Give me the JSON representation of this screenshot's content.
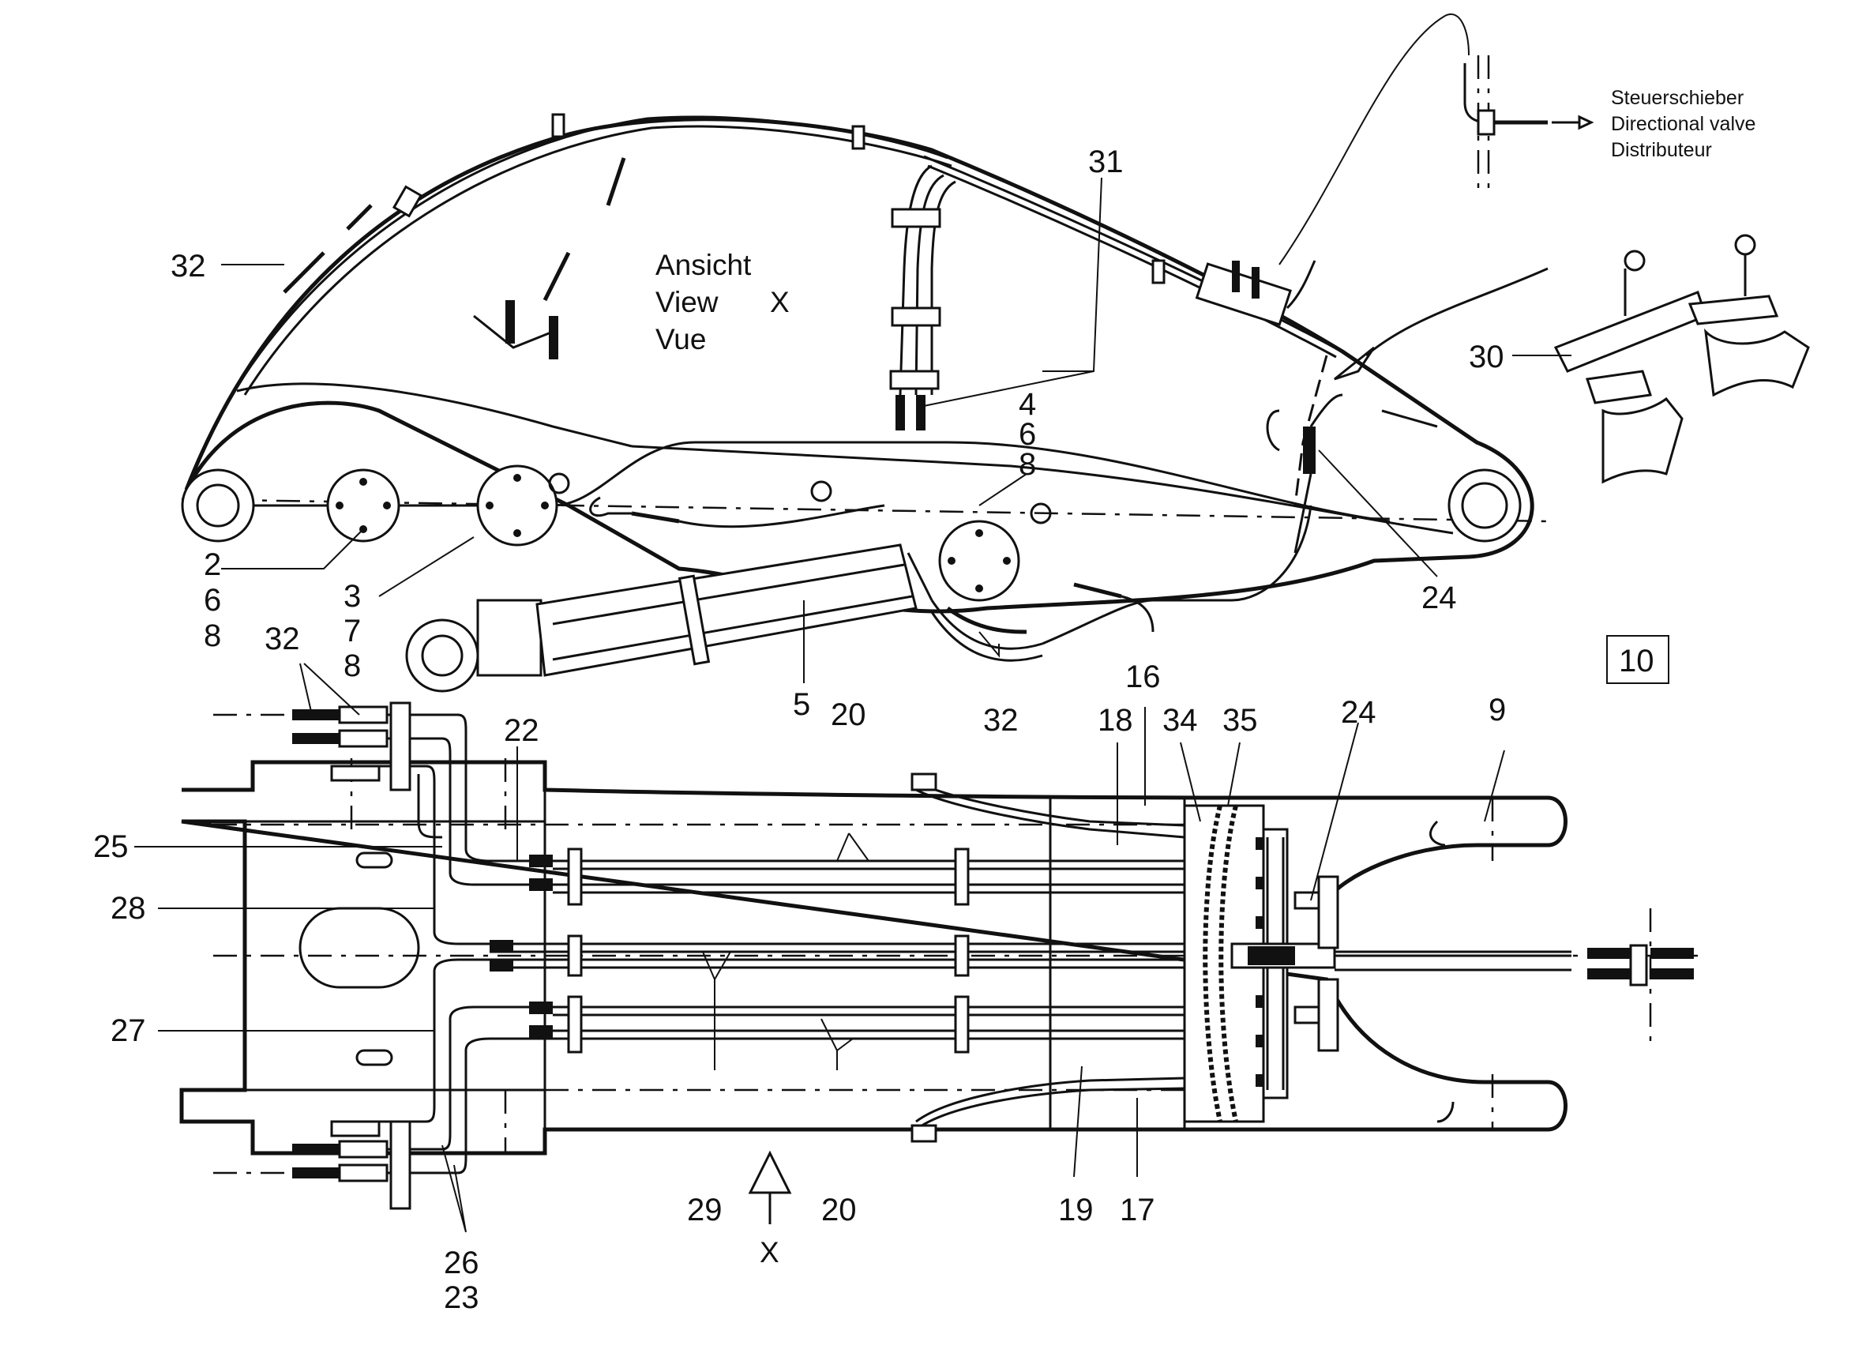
{
  "drawing": {
    "view_label": {
      "line1": "Ansicht",
      "line2": "View",
      "line3": "Vue",
      "view_id": "X"
    },
    "valve_label": {
      "de": "Steuerschieber",
      "en": "Directional valve",
      "fr": "Distributeur"
    },
    "view_arrow_label": "X",
    "page_number": "10",
    "callouts": {
      "c31": "31",
      "c32_top": "32",
      "c4": "4",
      "c6a": "6",
      "c8a": "8",
      "c30": "30",
      "c24_top": "24",
      "c2": "2",
      "c6b": "6",
      "c8b": "8",
      "c3": "3",
      "c7": "7",
      "c8c": "8",
      "c5": "5",
      "c32_mid": "32",
      "c16": "16",
      "c32_left": "32",
      "c22": "22",
      "c20_top": "20",
      "c18": "18",
      "c34": "34",
      "c35": "35",
      "c24_bot": "24",
      "c9": "9",
      "c25": "25",
      "c28": "28",
      "c27": "27",
      "c29": "29",
      "c20_bot": "20",
      "c19": "19",
      "c17": "17",
      "c26": "26",
      "c23": "23"
    }
  }
}
